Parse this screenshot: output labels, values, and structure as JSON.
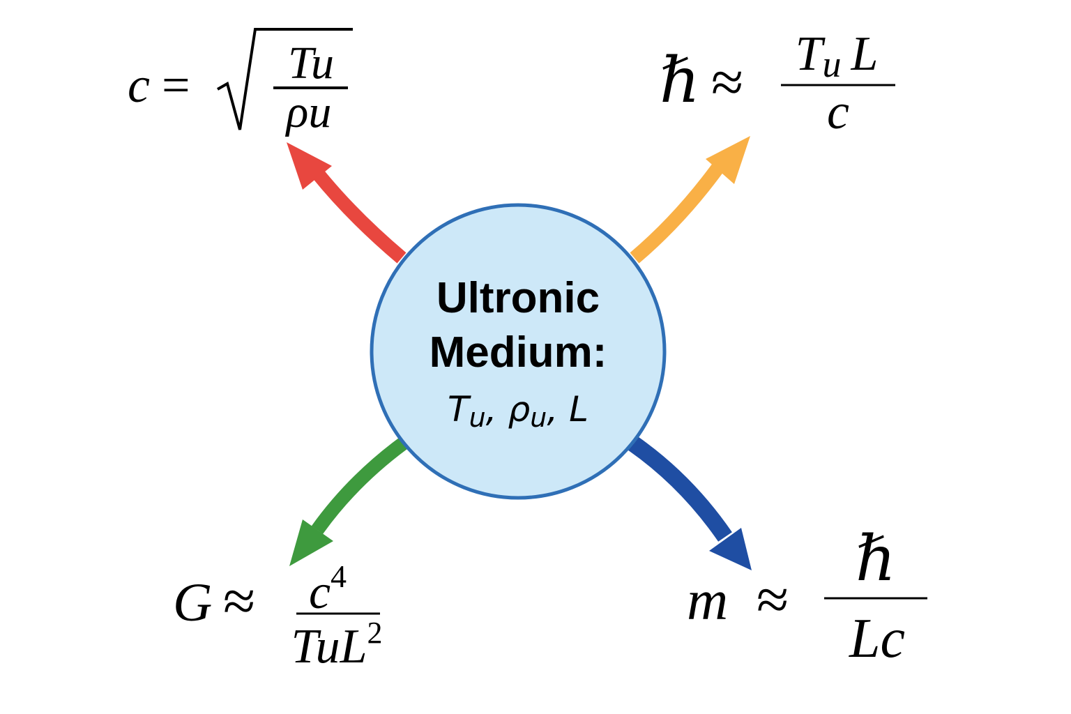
{
  "hub": {
    "title_line1": "Ultronic",
    "title_line2": "Medium:",
    "vars": {
      "t": "T",
      "t_sub": "u",
      "sep1": ", ",
      "rho": "ρ",
      "rho_sub": "u",
      "sep2": ", ",
      "l": "L"
    },
    "fill": "#cde8f8",
    "stroke": "#2f6fb6"
  },
  "arrows": [
    {
      "name": "arrow-to-speed-of-light",
      "color": "#e8473f"
    },
    {
      "name": "arrow-to-planck-constant",
      "color": "#f9b046"
    },
    {
      "name": "arrow-to-gravitational-constant",
      "color": "#3e9a3e"
    },
    {
      "name": "arrow-to-mass",
      "color": "#1f4ea3"
    }
  ],
  "formulas": {
    "c": {
      "lhs": "c",
      "rel": "=",
      "num": "T",
      "num_sub": "u",
      "den": "ρ",
      "den_sub": "u"
    },
    "hbar": {
      "lhs": "ℏ",
      "rel": "≈",
      "num_t": "T",
      "num_sub": "u",
      "num_l": "L",
      "den": "c"
    },
    "g": {
      "lhs": "G",
      "rel": "≈",
      "num": "c",
      "num_sup": "4",
      "den_t": "T",
      "den_sub": "u",
      "den_l": "L",
      "den_sup": "2"
    },
    "m": {
      "lhs": "m",
      "rel": "≈",
      "num": "ℏ",
      "den": "Lc"
    }
  }
}
